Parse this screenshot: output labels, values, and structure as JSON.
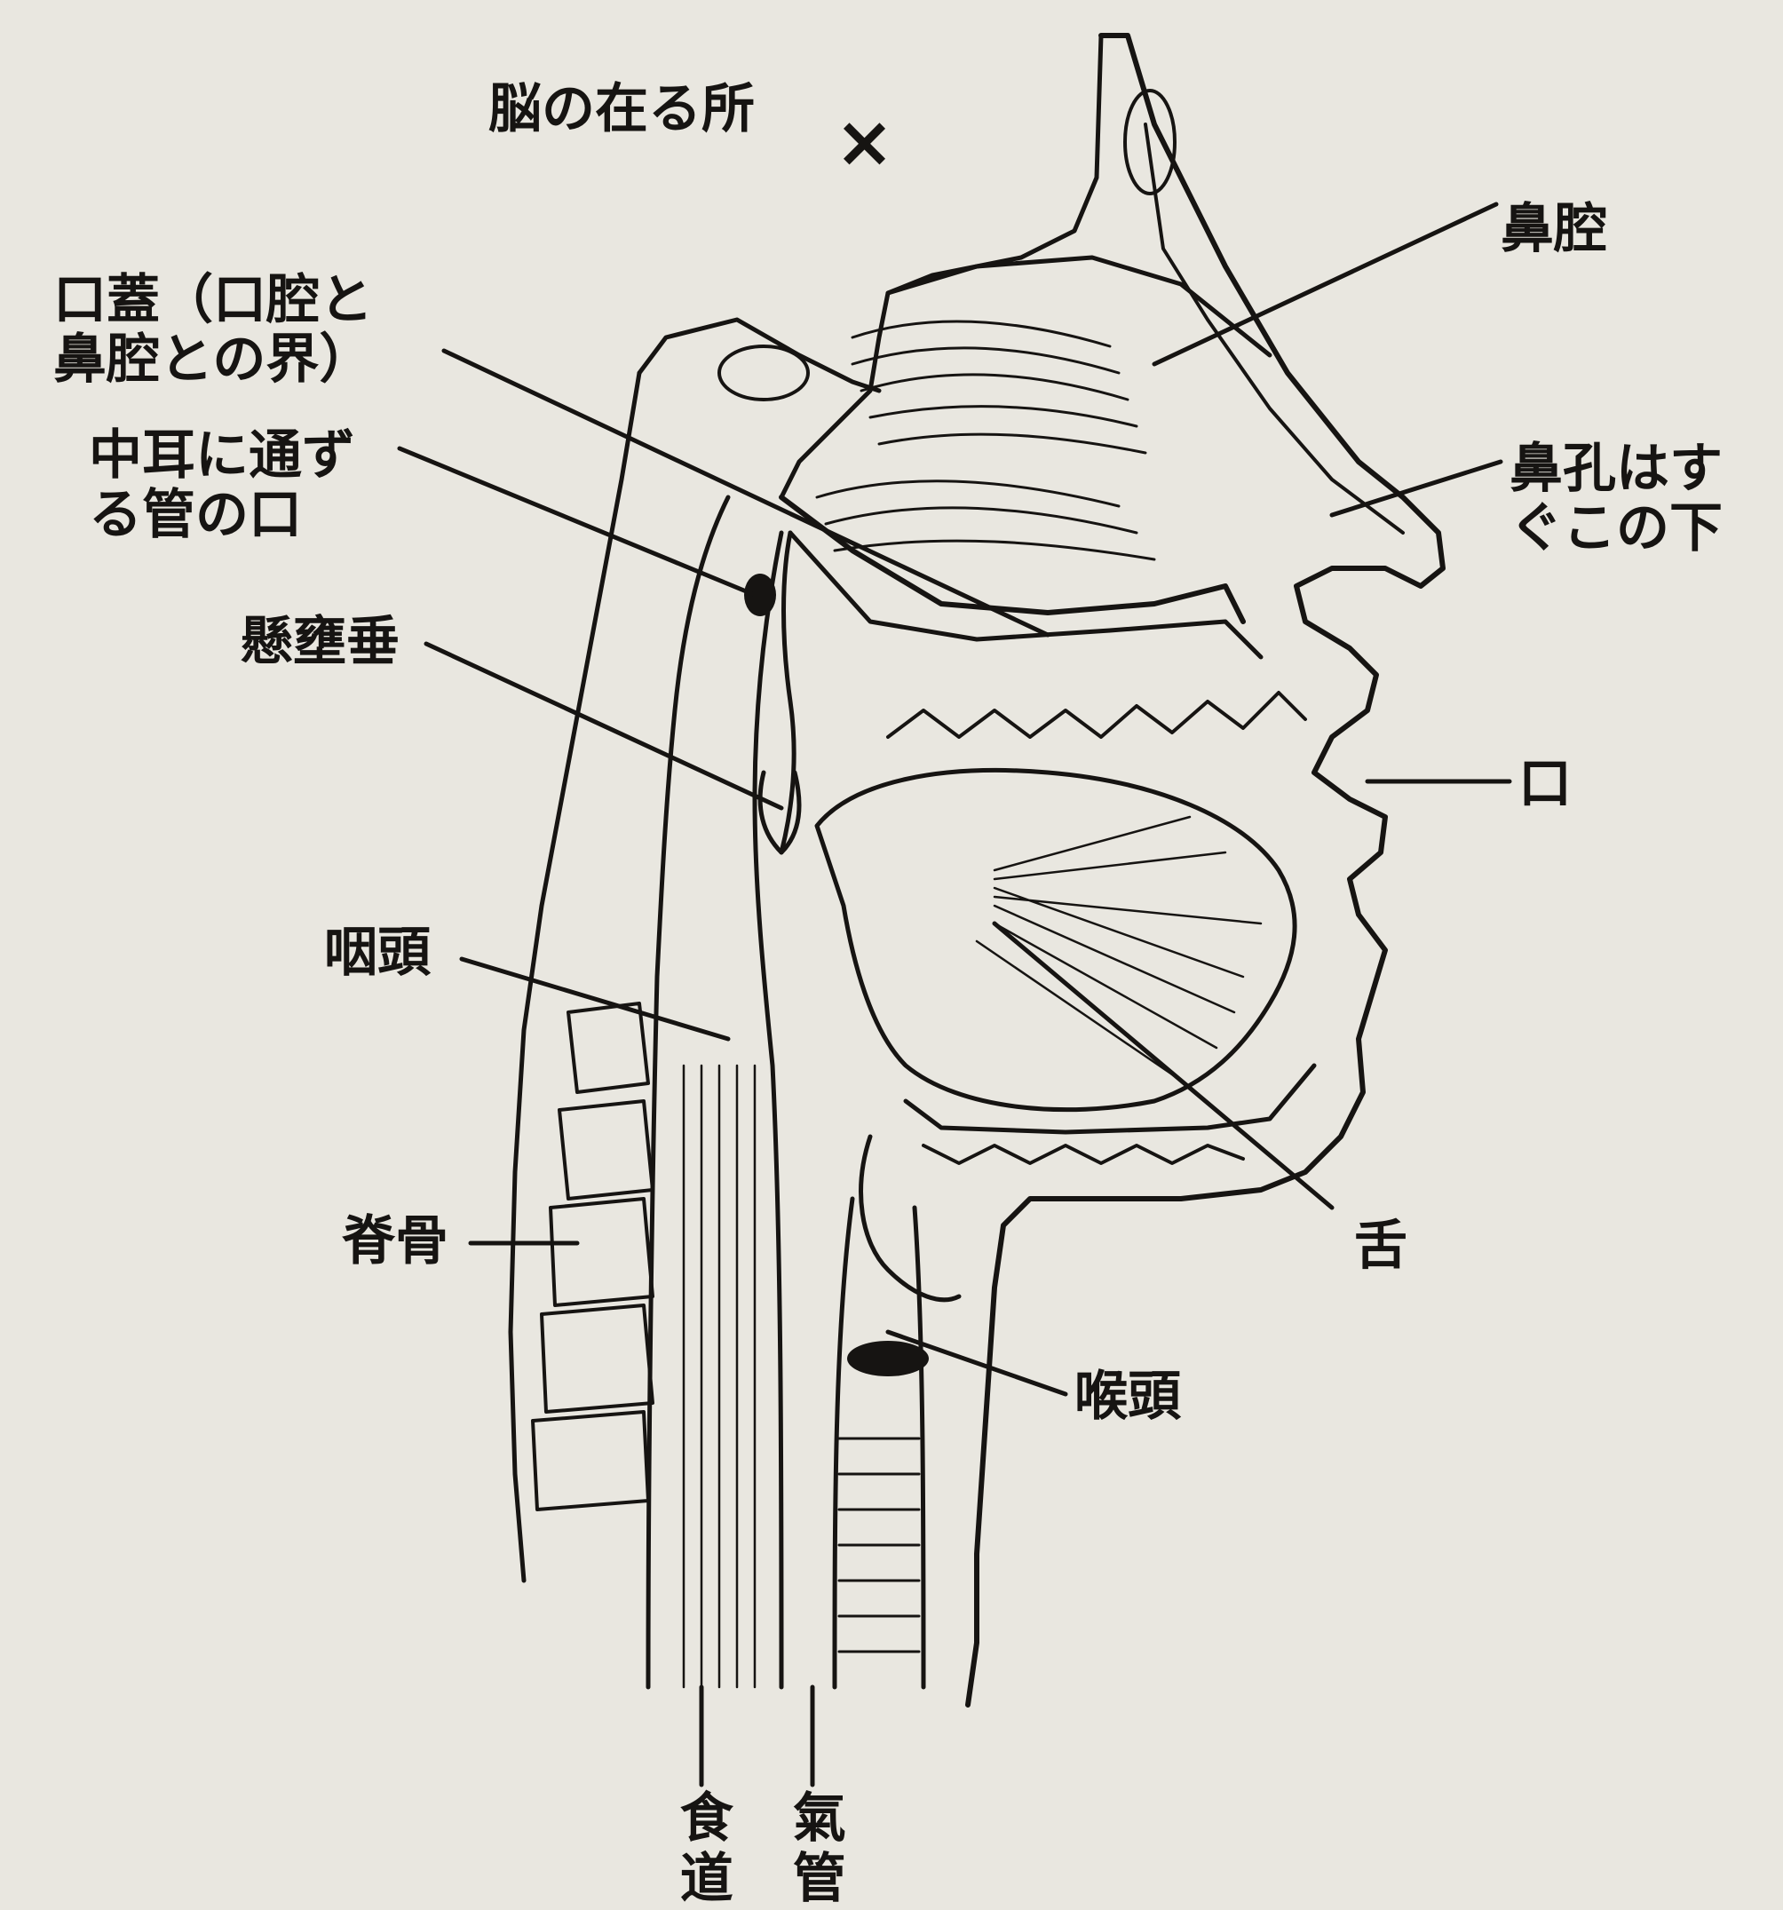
{
  "figure": {
    "brain_location": "脳の在る所",
    "brain_marker": "×",
    "labels": {
      "nasal_cavity": "鼻腔",
      "palate_line1": "口蓋（口腔と",
      "palate_line2": "鼻腔との界）",
      "middle_ear_line1": "中耳に通ず",
      "middle_ear_line2": "る管の口",
      "nostril_line1": "鼻孔はす",
      "nostril_line2": "ぐこの下",
      "uvula": "懸壅垂",
      "mouth": "口",
      "pharynx": "咽頭",
      "tongue": "舌",
      "spine": "脊骨",
      "larynx": "喉頭",
      "esophagus": "食道",
      "trachea": "氣管"
    }
  }
}
